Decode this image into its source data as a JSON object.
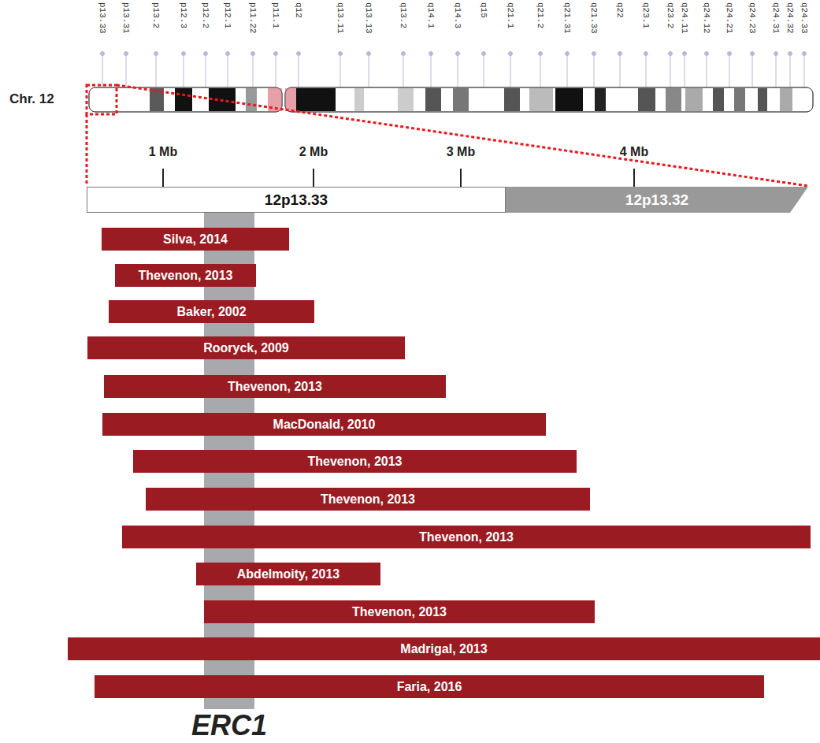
{
  "diagram": {
    "nodes": [
      {
        "text": [
          "12p13.33"
        ]
      },
      {
        "text": [
          "12p13.32"
        ]
      },
      {
        "text": [
          "Silva, 2014"
        ]
      },
      {
        "text": [
          "Thevenon, 2013"
        ]
      },
      {
        "text": [
          "Baker, 2002"
        ]
      },
      {
        "text": [
          "Rooryck, 2009"
        ]
      },
      {
        "text": [
          "Thevenon, 2013"
        ]
      },
      {
        "text": [
          "MacDonald, 2010"
        ]
      },
      {
        "text": [
          "Thevenon, 2013"
        ]
      },
      {
        "text": [
          "Thevenon, 2013"
        ]
      },
      {
        "text": [
          "Thevenon, 2013"
        ]
      },
      {
        "text": [
          "Abdelmoity, 2013"
        ]
      },
      {
        "text": [
          "Thevenon, 2013"
        ]
      },
      {
        "text": [
          "Madrigal, 2013"
        ]
      },
      {
        "text": [
          "Faria, 2016"
        ]
      }
    ],
    "edges": [],
    "labels": [
      "p13.33",
      "p13.31",
      "p13.2",
      "p12.3",
      "p12.2",
      "p12.1",
      "p11.22",
      "p11.1",
      "q12",
      "q13.11",
      "q13.13",
      "q13.2",
      "q14.1",
      "q14.3",
      "q15",
      "q21.1",
      "q21.2",
      "q21.31",
      "q21.33",
      "q22",
      "q23.1",
      "q23.2",
      "q24.11",
      "q24.12",
      "q24.21",
      "q24.23",
      "q24.31",
      "q24.32",
      "q24.33",
      "Chr. 12",
      "1 Mb",
      "2 Mb",
      "3 Mb",
      "4 Mb",
      "ERC1"
    ]
  }
}
